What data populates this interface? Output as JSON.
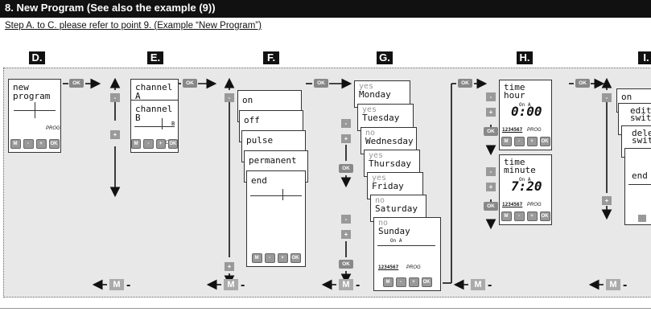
{
  "header": {
    "title": "8. New Program (See also the example (9))"
  },
  "intro": {
    "text": "Step A. to C. please refer to point 9. (Example “New Program”)"
  },
  "steps": [
    "D.",
    "E.",
    "F.",
    "G.",
    "H.",
    "I."
  ],
  "labels": {
    "ok": "OK",
    "m": "M",
    "minus": "-",
    "plus": "+",
    "prog": "PROG",
    "dash": "-"
  },
  "screenD": {
    "line1": "new",
    "line2": "program"
  },
  "screenE": {
    "back": "channel A",
    "front": "channel B",
    "tag": "B"
  },
  "screenF": [
    "on",
    "off",
    "pulse",
    "permanent",
    "end"
  ],
  "screenG": [
    {
      "status": "yes",
      "day": "Monday"
    },
    {
      "status": "yes",
      "day": "Tuesday"
    },
    {
      "status": "no",
      "day": "Wednesday"
    },
    {
      "status": "yes",
      "day": "Thursday"
    },
    {
      "status": "yes",
      "day": "Friday"
    },
    {
      "status": "no",
      "day": "Saturday"
    },
    {
      "status": "no",
      "day": "Sunday"
    }
  ],
  "screenH": {
    "hour": {
      "line1": "time",
      "line2": "hour",
      "value": "0:00"
    },
    "minute": {
      "line1": "time",
      "line2": "minute",
      "value": "7:20"
    },
    "onA": "On A",
    "days": "1234567"
  },
  "screenI": {
    "on": "on",
    "edit": "edit",
    "edit2": "switc",
    "delete": "dele",
    "delete2": "swit",
    "end": "end"
  }
}
